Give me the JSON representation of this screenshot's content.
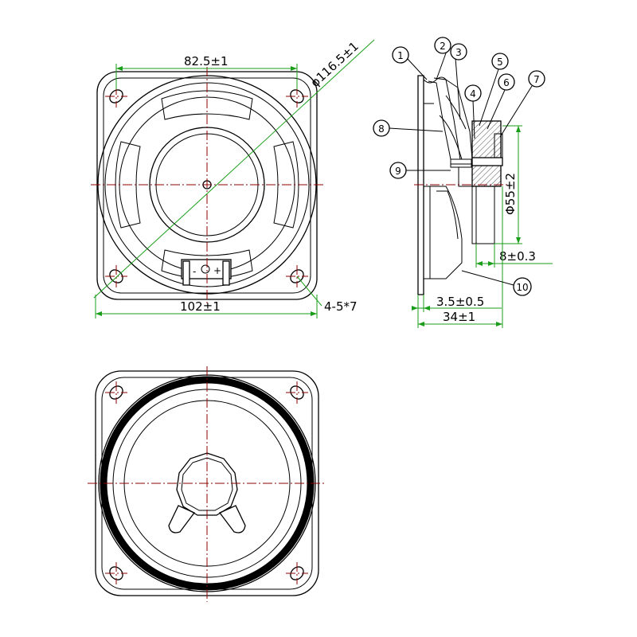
{
  "dimensions": {
    "top_width": "82.5±1",
    "diagonal": "φ116.5±1",
    "bottom_width": "102±1",
    "holes": "4-5*7",
    "magnet_diameter": "Φ55±2",
    "magnet_height": "8±0.3",
    "flange_thickness": "3.5±0.5",
    "total_depth": "34±1"
  },
  "callouts": [
    "1",
    "2",
    "3",
    "4",
    "5",
    "6",
    "7",
    "8",
    "9",
    "10"
  ],
  "terminal_marks": {
    "minus": "-",
    "plus": "+"
  },
  "colors": {
    "outline": "#000000",
    "centerline": "#8b0000",
    "dimension": "#1a9e1a"
  }
}
